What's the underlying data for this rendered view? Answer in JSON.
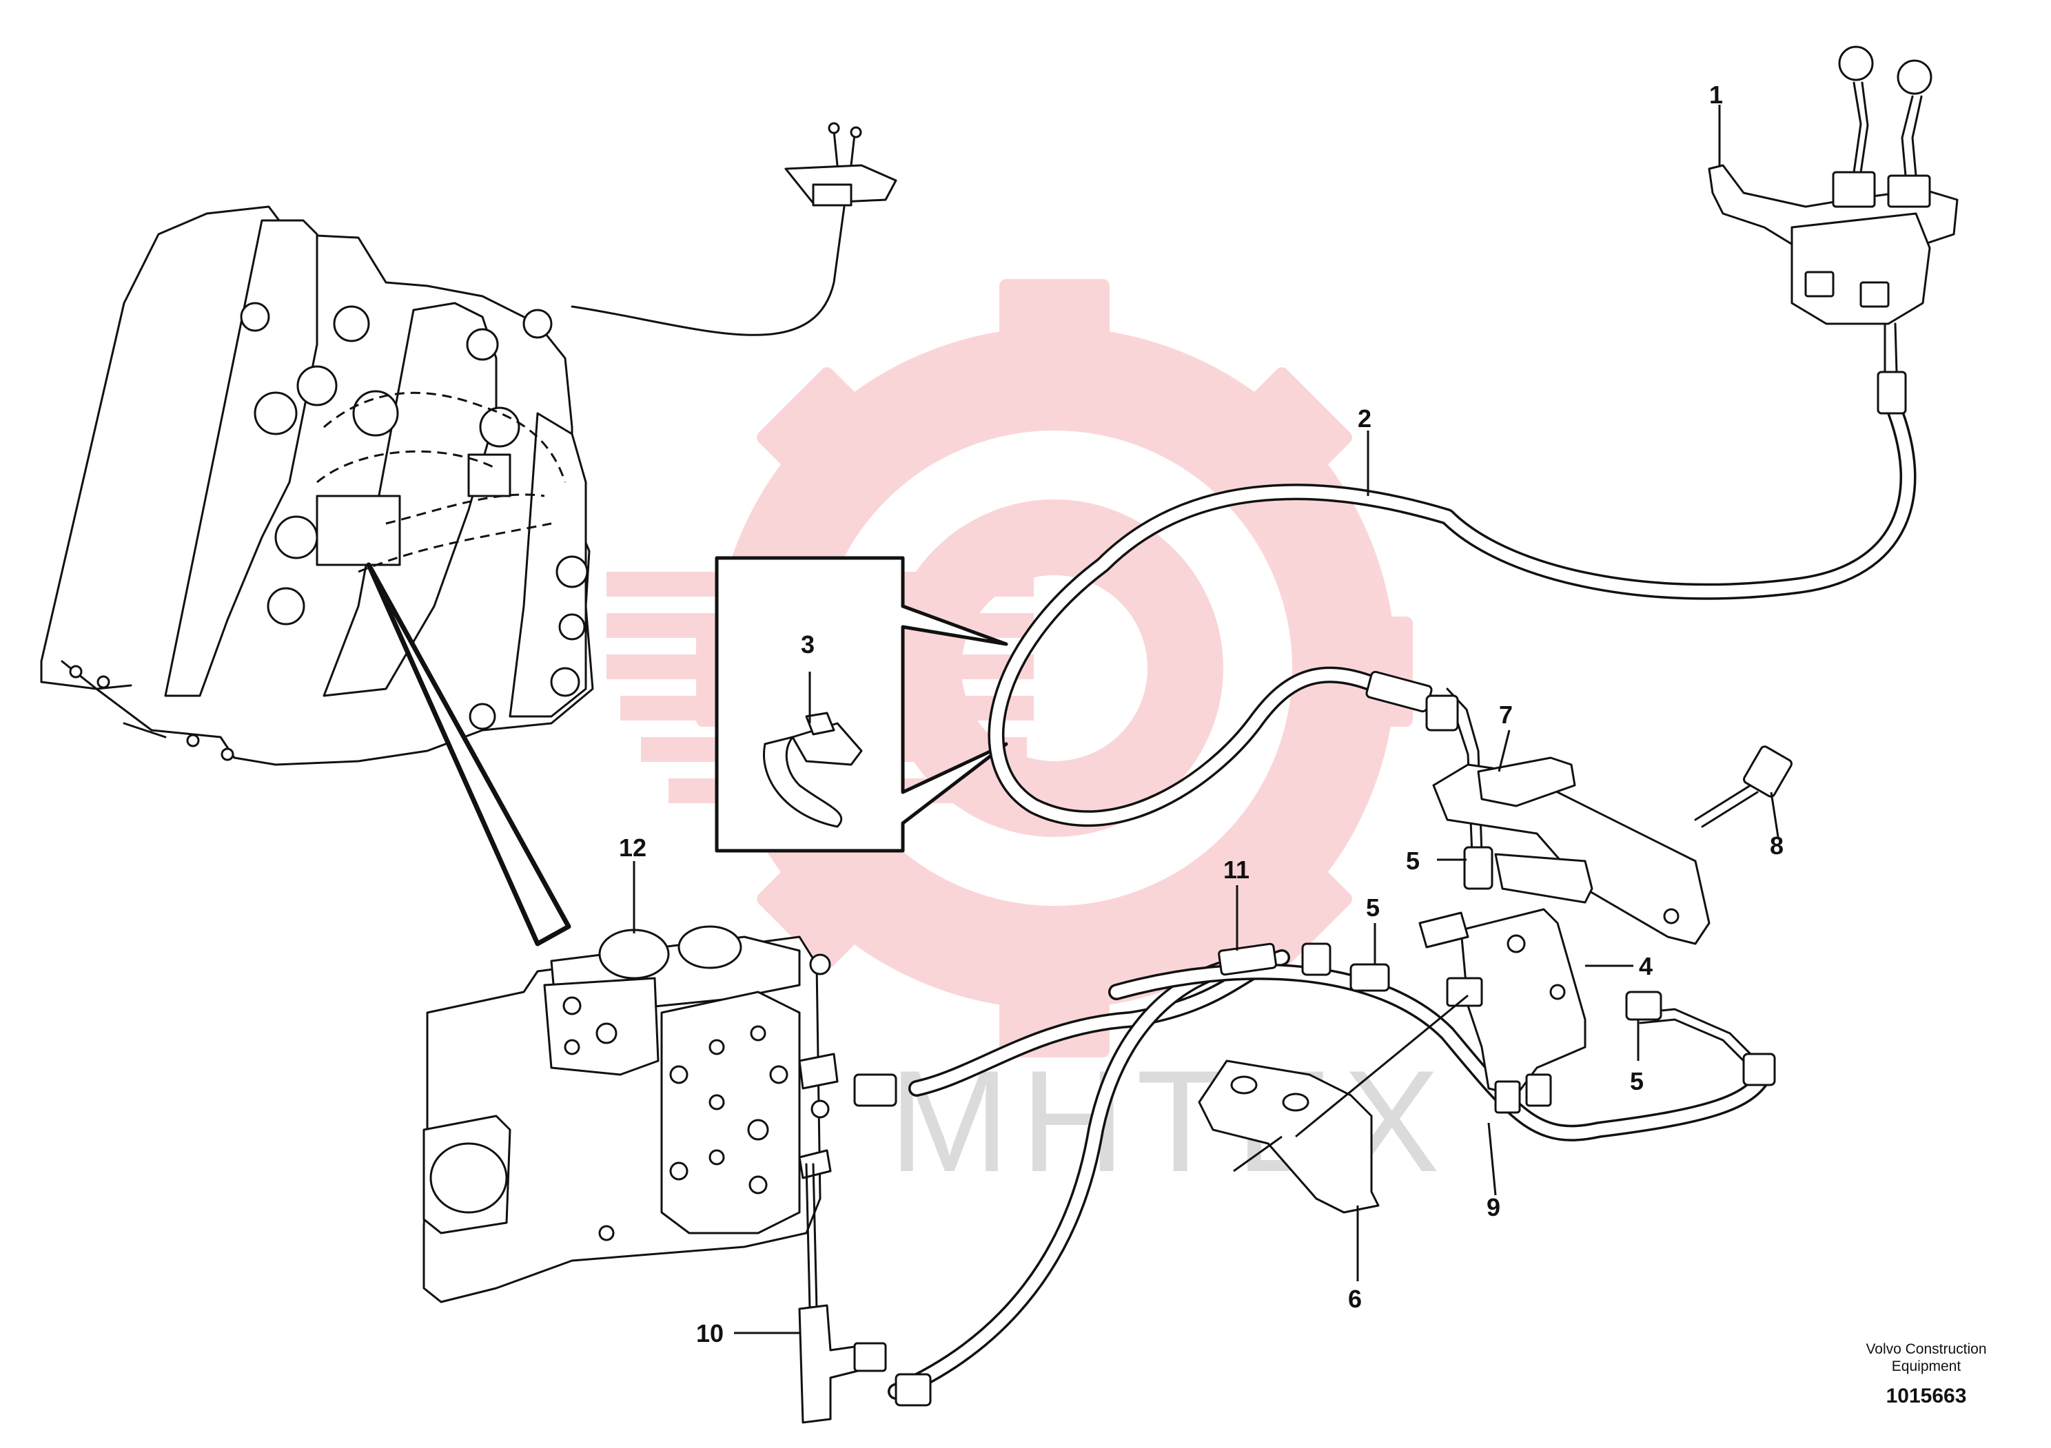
{
  "diagram": {
    "watermark_text": "MHTEX",
    "watermark_color": "#e8323c",
    "callouts": {
      "c1": "1",
      "c2": "2",
      "c3": "3",
      "c4": "4",
      "c5a": "5",
      "c5b": "5",
      "c5c": "5",
      "c6": "6",
      "c7": "7",
      "c8": "8",
      "c9": "9",
      "c10": "10",
      "c11": "11",
      "c12": "12"
    },
    "footer": {
      "line1": "Volvo Construction",
      "line2": "Equipment",
      "drawing_number": "1015663"
    }
  }
}
